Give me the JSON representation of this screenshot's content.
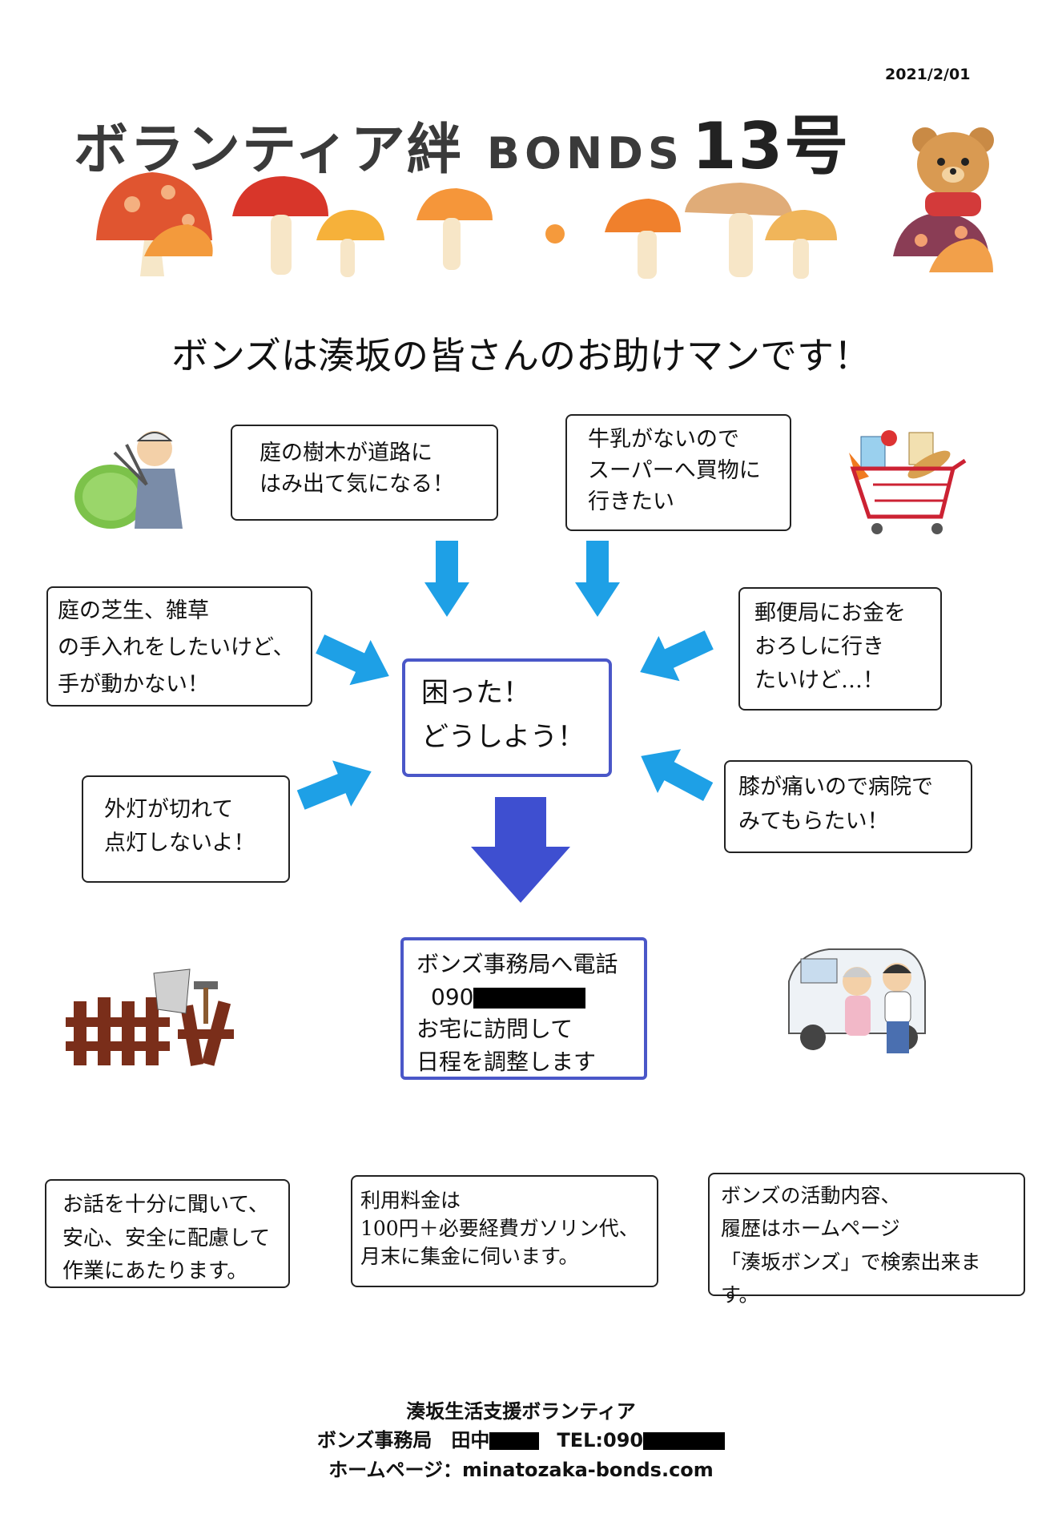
{
  "header": {
    "date": "2021/2/01",
    "title": "ボランティア絆",
    "title_en": "BONDS",
    "issue": "13号"
  },
  "headline": "ボンズは湊坂の皆さんのお助けマンです！",
  "concerns": {
    "garden_trees": "庭の樹木が道路に\nはみ出て気になる！",
    "shopping": "牛乳がないので\nスーパーへ買物に\n行きたい",
    "lawn": "庭の芝生、雑草\nの手入れをしたいけど、\n手が動かない！",
    "post_office": "郵便局にお金を\nおろしに行き\nたいけど…！",
    "street_light": "外灯が切れて\n点灯しないよ！",
    "hospital": "膝が痛いので病院で\nみてもらたい！"
  },
  "center": "困った！\nどうしよう！",
  "office": {
    "line1": "ボンズ事務局へ電話",
    "phone_prefix": "090",
    "line3": "お宅に訪問して",
    "line4": "日程を調整します"
  },
  "info": {
    "care": "お話を十分に聞いて、\n安心、安全に配慮して\n作業にあたります。",
    "fee": "利用料金は\n100円＋必要経費ガソリン代、\n月末に集金に伺います。",
    "web": "ボンズの活動内容、\n履歴はホームページ\n「湊坂ボンズ」で検索出来ます。"
  },
  "footer": {
    "org": "湊坂生活支援ボランティア",
    "office": "ボンズ事務局　田中",
    "tel_label": "TEL:090",
    "homepage": "ホームページ：minatozaka-bonds.com"
  },
  "colors": {
    "arrow_light": "#1ea0e6",
    "arrow_dark": "#3e4fd0",
    "box_border": "#4a57c8"
  },
  "icons": [
    "mushroom-icon",
    "bear-icon",
    "gardener-icon",
    "shopping-cart-icon",
    "fence-tools-icon",
    "car-helper-icon"
  ]
}
